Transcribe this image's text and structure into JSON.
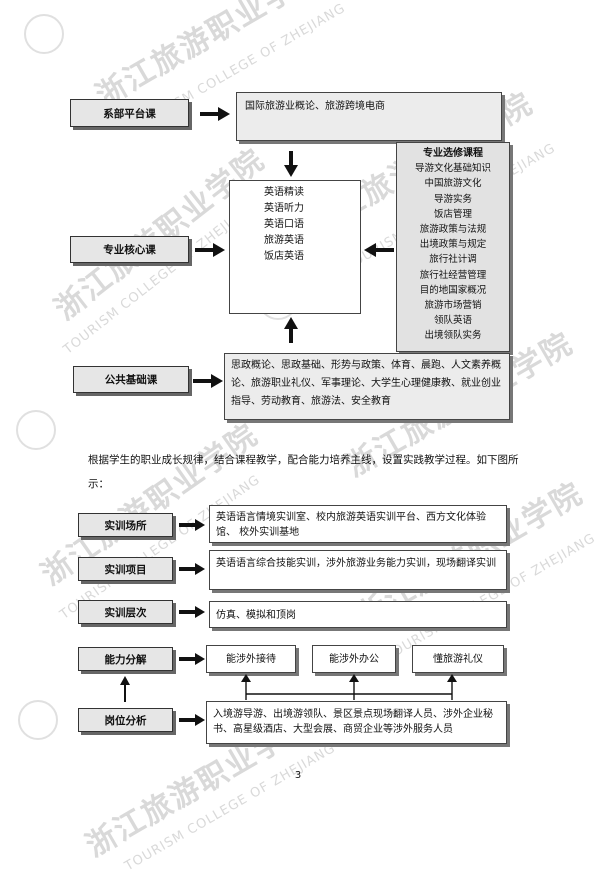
{
  "watermark": {
    "cn": "浙江旅游职业学院",
    "en": "TOURISM COLLEGE OF ZHEJIANG"
  },
  "curriculum": {
    "dept_label": "系部平台课",
    "dept_content": "国际旅游业概论、旅游跨境电商",
    "core_label": "专业核心课",
    "core_items": [
      "英语精读",
      "英语听力",
      "英语口语",
      "旅游英语",
      "饭店英语"
    ],
    "elective_title": "专业选修课程",
    "elective_items": [
      "导游文化基础知识",
      "中国旅游文化",
      "导游实务",
      "饭店管理",
      "旅游政策与法规",
      "出境政策与规定",
      "旅行社计调",
      "旅行社经营管理",
      "目的地国家概况",
      "旅游市场营销",
      "领队英语",
      "出境领队实务"
    ],
    "public_label": "公共基础课",
    "public_content": "思政概论、思政基础、形势与政策、体育、晨跑、人文素养概论、旅游职业礼仪、军事理论、大学生心理健康教、就业创业指导、劳动教育、旅游法、安全教育"
  },
  "paragraph": "根据学生的职业成长规律，结合课程教学，配合能力培养主线，设置实践教学过程。如下图所示：",
  "practice": {
    "venue_label": "实训场所",
    "venue_content": "英语语言情境实训室、校内旅游英语实训平台、西方文化体验馆、  校外实训基地",
    "project_label": "实训项目",
    "project_content": "英语语言综合技能实训，涉外旅游业务能力实训，现场翻译实训",
    "level_label": "实训层次",
    "level_content": "仿真、模拟和顶岗",
    "ability_label": "能力分解",
    "ability_items": [
      "能涉外接待",
      "能涉外办公",
      "懂旅游礼仪"
    ],
    "position_label": "岗位分析",
    "position_content": "入境游导游、出境游领队、景区景点现场翻译人员、涉外企业秘书、高星级酒店、大型会展、商贸企业等涉外服务人员"
  },
  "page_number": "3"
}
